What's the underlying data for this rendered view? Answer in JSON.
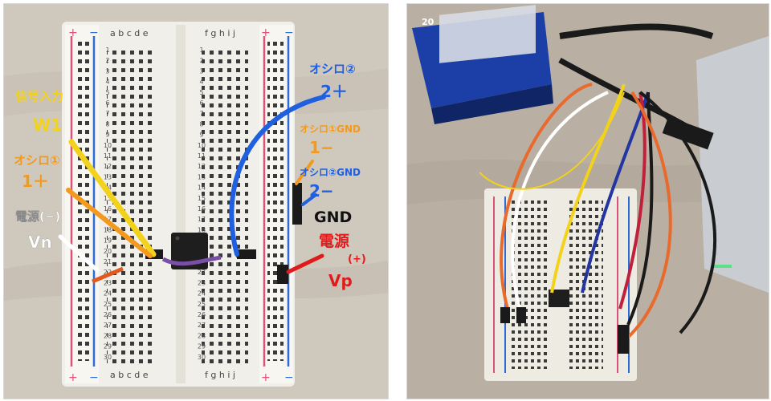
{
  "left": {
    "rail_plus": "+",
    "rail_minus": "−",
    "cols_left": "a b c d e",
    "cols_right": "f g h i j",
    "row_numbers": [
      "1",
      "2",
      "3",
      "4",
      "5",
      "6",
      "7",
      "8",
      "9",
      "10",
      "11",
      "12",
      "13",
      "14",
      "15",
      "16",
      "17",
      "18",
      "19",
      "20",
      "21",
      "22",
      "23",
      "24",
      "25",
      "26",
      "27",
      "28",
      "29",
      "30"
    ],
    "annotations": {
      "signal_input": "信号入力",
      "w1": "W1",
      "scope1": "オシロ①",
      "scope1_plus": "1＋",
      "power_neg": "電源(−)",
      "vn": "Vn",
      "scope2": "オシロ②",
      "scope2_plus": "2＋",
      "scope1_gnd": "オシロ①GND",
      "scope1_minus": "1−",
      "scope2_gnd": "オシロ②GND",
      "scope2_minus": "2−",
      "gnd": "GND",
      "power_pos": "電源",
      "plus_paren": "(+)",
      "vp": "Vp"
    },
    "colors": {
      "yellow": "#f2d21b",
      "orange": "#f39a1e",
      "blue": "#1f5fe0",
      "red": "#e01b1b",
      "white": "#ffffff"
    }
  },
  "right": {
    "device_label": "20"
  }
}
